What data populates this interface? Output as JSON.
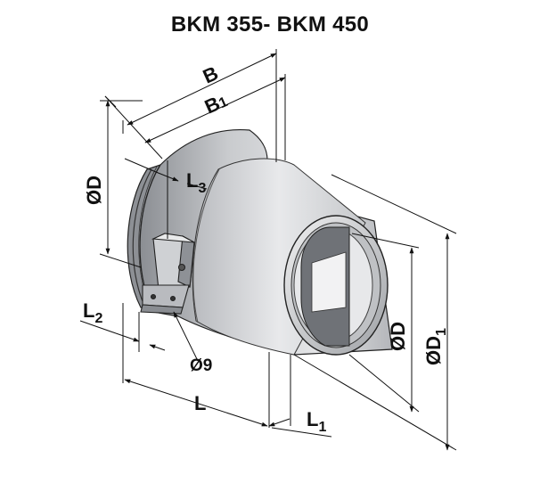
{
  "title": "BKM 355- BKM 450",
  "dimensions": {
    "B": "B",
    "B1_main": "B",
    "B1_sub": "1",
    "L3_main": "L",
    "L3_sub": "3",
    "D_left": "ØD",
    "L2_main": "L",
    "L2_sub": "2",
    "hole": "Ø9",
    "L": "L",
    "L1_main": "L",
    "L1_sub": "1",
    "D_right": "ØD",
    "D1_main": "ØD",
    "D1_sub": "1"
  },
  "colors": {
    "line": "#111111",
    "body_light": "#d9dadc",
    "body_mid": "#a9abaf",
    "body_dark": "#6f7277",
    "inner": "#9a9da2"
  }
}
